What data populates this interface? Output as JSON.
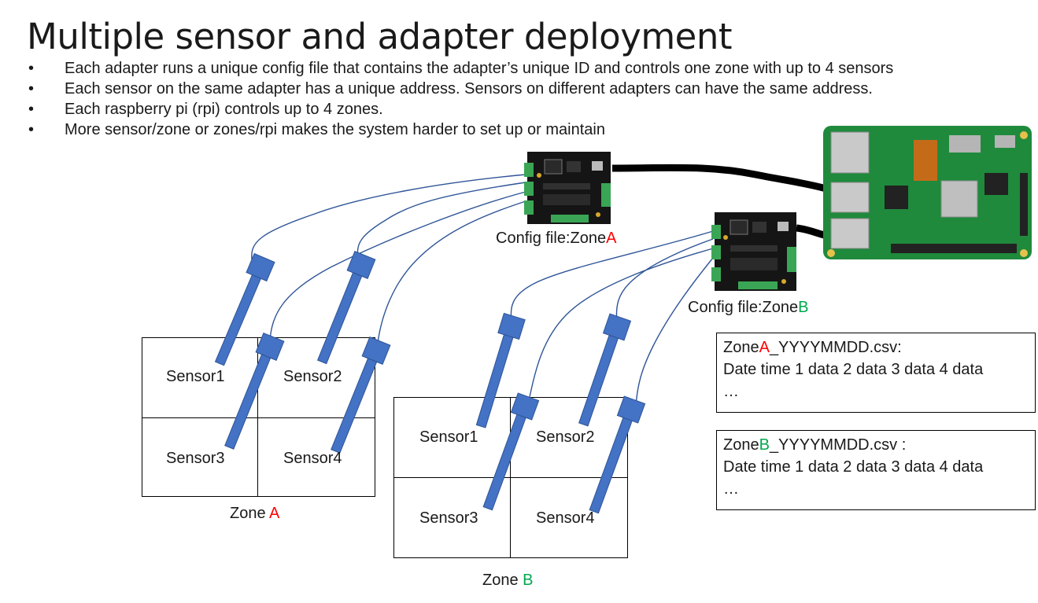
{
  "title": "Multiple sensor and adapter deployment",
  "bullets": [
    "Each adapter runs a unique config file that contains the adapter’s unique ID and controls one zone with up to 4 sensors",
    "Each sensor on the same adapter has a unique address. Sensors on different adapters can have the same address.",
    "Each raspberry pi (rpi) controls up to 4 zones.",
    "More sensor/zone or zones/rpi makes the system harder to set up or maintain"
  ],
  "bullet_char": "•",
  "zoneA": {
    "sensors": [
      "Sensor1",
      "Sensor2",
      "Sensor3",
      "Sensor4"
    ],
    "label_prefix": "Zone ",
    "label_letter": "A"
  },
  "zoneB": {
    "sensors": [
      "Sensor1",
      "Sensor2",
      "Sensor3",
      "Sensor4"
    ],
    "label_prefix": "Zone ",
    "label_letter": "B"
  },
  "config": {
    "a_prefix": "Config file:Zone",
    "a_letter": "A",
    "b_prefix": "Config file:Zone",
    "b_letter": "B"
  },
  "csv": {
    "a_prefix": "Zone",
    "a_letter": "A",
    "a_suffix": "_YYYYMMDD.csv:",
    "b_prefix": "Zone",
    "b_letter": "B",
    "b_suffix": "_YYYYMMDD.csv :",
    "data_line": "Date time 1 data 2 data 3 data 4 data",
    "ellipsis": "…"
  },
  "colors": {
    "zone_a_accent": "#ff0000",
    "zone_b_accent": "#00a84f",
    "sensor_probe": "#4472c4",
    "wire": "#2f5597",
    "board": "#101010",
    "rpi_board": "#1f8a3c"
  },
  "icons": [
    "adapter-board-icon",
    "raspberry-pi-icon",
    "sensor-probe-icon",
    "usb-cable-icon"
  ]
}
